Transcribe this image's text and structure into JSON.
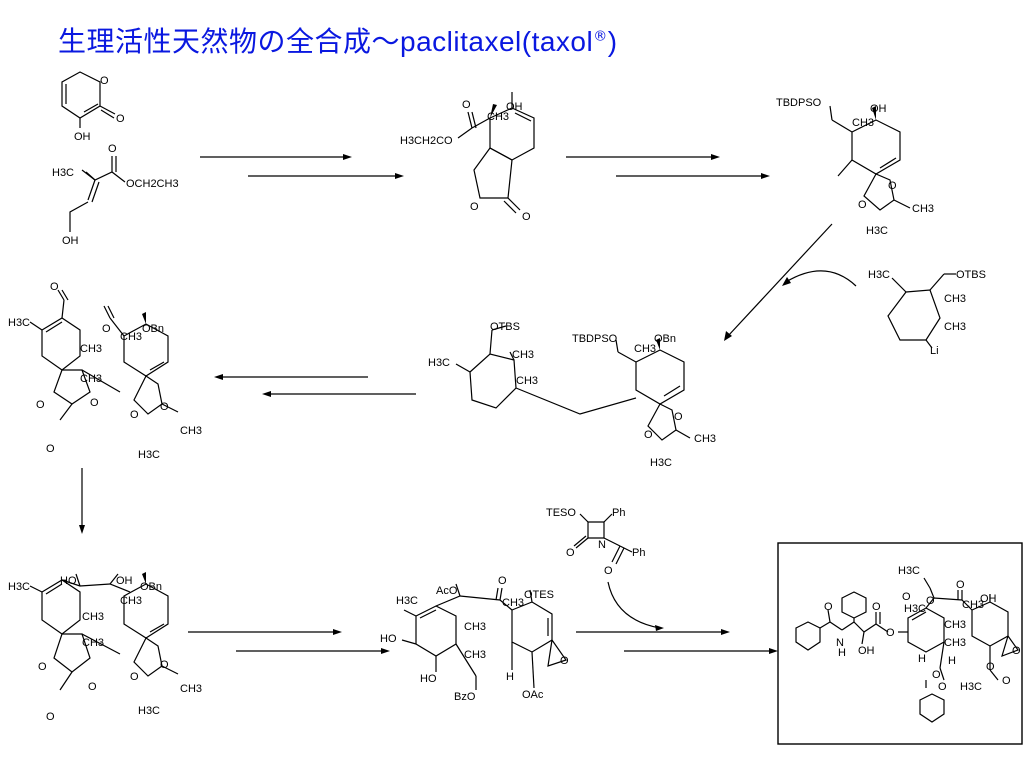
{
  "title": {
    "jp": "生理活性天然物の全合成～",
    "en": "paclitaxel(taxol",
    "reg": "®",
    "close": ")"
  },
  "labels": {
    "o": "O",
    "oh": "OH",
    "oh_l": "HO",
    "ch3": "CH3",
    "h3c": "H3C",
    "et_ester": "OCH2CH3",
    "et_ester_l": "H3CH2CO",
    "tbdpso": "TBDPSO",
    "otbs": "OTBS",
    "obn": "OBn",
    "li": "Li",
    "tes_o": "TESO",
    "otes": "OTES",
    "ph": "Ph",
    "n": "N",
    "nh": "N",
    "h": "H",
    "oac": "OAc",
    "aco": "AcO",
    "bzo": "BzO"
  }
}
